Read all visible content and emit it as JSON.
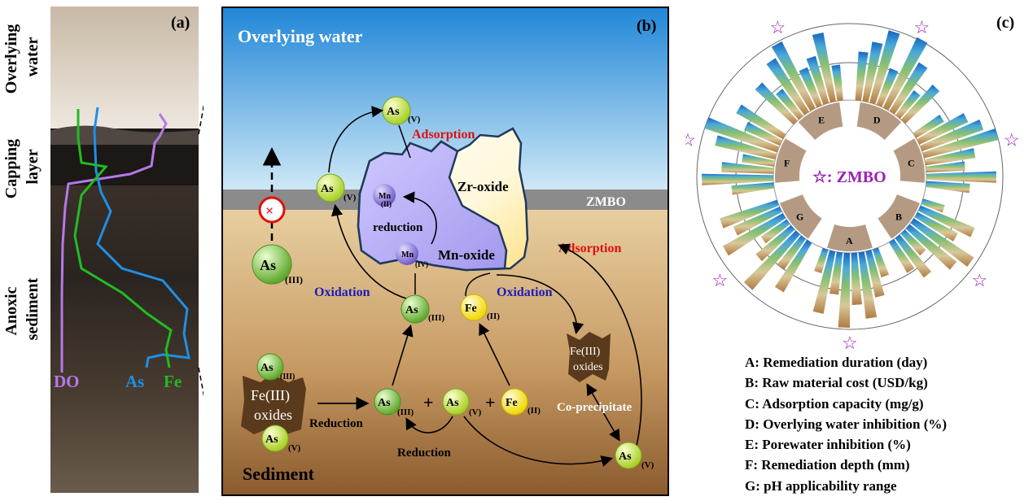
{
  "panel_a": {
    "tag": "(a)",
    "layers": [
      "Overlying water",
      "Capping layer",
      "Anoxic sediment"
    ],
    "curves": [
      {
        "name": "DO",
        "color": "#b678e8"
      },
      {
        "name": "As",
        "color": "#1e90e6"
      },
      {
        "name": "Fe",
        "color": "#22bb22"
      }
    ]
  },
  "panel_b": {
    "tag": "(b)",
    "zone_top": "Overlying water",
    "zone_bottom": "Sediment",
    "cap_label": "ZMBO",
    "zr_oxide": "Zr-oxide",
    "mn_oxide": "Mn-oxide",
    "reduction_inner": "reduction",
    "adsorption": "Adsorption",
    "oxidation": "Oxidation",
    "reduction": "Reduction",
    "coprecipitate": "Co-precipitate",
    "feiii_oxides": [
      "Fe(III)",
      "oxides"
    ],
    "plus": "+",
    "species": {
      "as": "As",
      "fe": "Fe",
      "mn": "Mn",
      "v": "(V)",
      "iii": "(III)",
      "ii": "(II)",
      "iv": "(IV)"
    },
    "colors": {
      "as_ball": "#8ed641",
      "asv_ball": "#d8f05a",
      "fe_ball": "#ffee22",
      "mn_ball": "#8f7cd8"
    }
  },
  "panel_c": {
    "tag": "(c)",
    "center_label": "☆: ZMBO",
    "sector_letters": [
      "D",
      "C",
      "B",
      "A",
      "G",
      "F",
      "E"
    ],
    "legend": [
      "A: Remediation duration (day)",
      "B: Raw material cost (USD/kg)",
      "C: Adsorption capacity (mg/g)",
      "D: Overlying water inhibition (%)",
      "E: Porewater inhibition (%)",
      "F: Remediation depth (mm)",
      "G: pH applicability range"
    ],
    "colors": {
      "star": "#9b1fb3",
      "sector": "#b59a83",
      "bar_outer": "#1565c0",
      "bar_mid": "#88c070",
      "bar_inner": "#b07a40"
    }
  }
}
